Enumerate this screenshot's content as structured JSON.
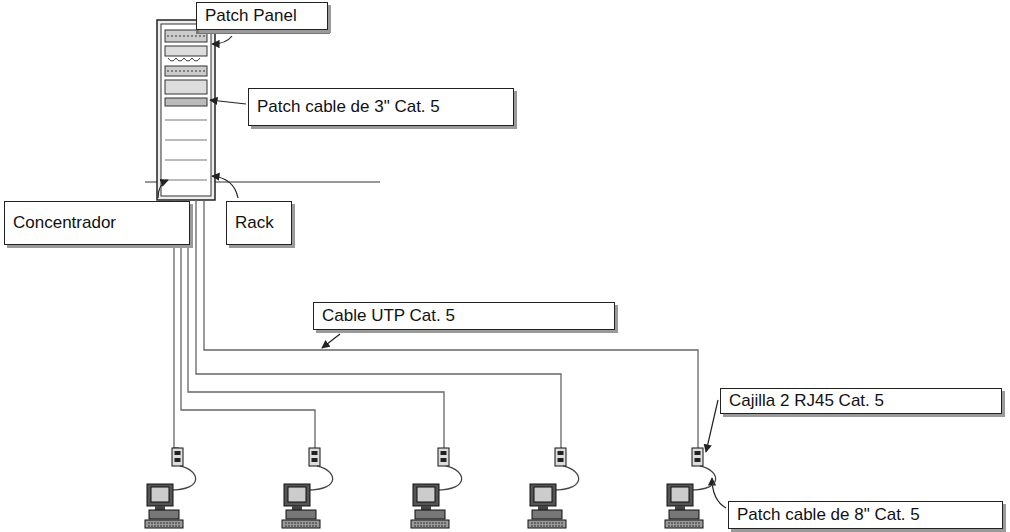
{
  "diagram": {
    "nodes": [
      {
        "text": [
          "Patch Panel"
        ]
      },
      {
        "text": [
          "Patch cable de 3\" Cat. 5"
        ]
      },
      {
        "text": [
          "Concentrador"
        ]
      },
      {
        "text": [
          "Rack"
        ]
      },
      {
        "text": [
          "Cable UTP Cat. 5"
        ]
      },
      {
        "text": [
          "Cajilla 2 RJ45 Cat. 5"
        ]
      },
      {
        "text": [
          "Patch cable de 8\" Cat. 5"
        ]
      }
    ]
  }
}
